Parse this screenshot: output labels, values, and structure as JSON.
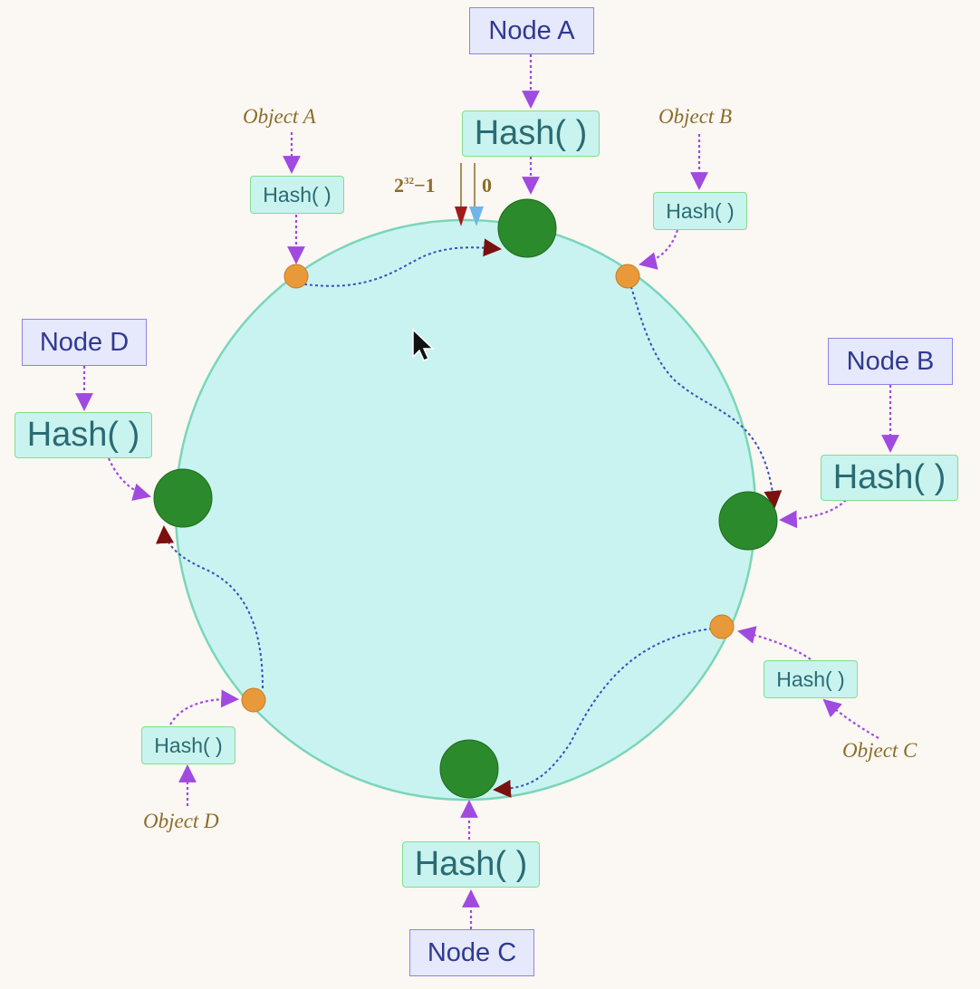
{
  "nodes": {
    "a": {
      "label": "Node A",
      "hash": "Hash( )"
    },
    "b": {
      "label": "Node B",
      "hash": "Hash( )"
    },
    "c": {
      "label": "Node C",
      "hash": "Hash( )"
    },
    "d": {
      "label": "Node D",
      "hash": "Hash( )"
    }
  },
  "objects": {
    "a": {
      "label": "Object A",
      "hash": "Hash( )"
    },
    "b": {
      "label": "Object B",
      "hash": "Hash( )"
    },
    "c": {
      "label": "Object C",
      "hash": "Hash( )"
    },
    "d": {
      "label": "Object D",
      "hash": "Hash( )"
    }
  },
  "ring": {
    "upper_base": "2",
    "upper_exp": "32",
    "upper_suffix": "−1",
    "lower": "0"
  },
  "colors": {
    "ring_fill": "#c9f3f1",
    "ring_stroke": "#7ad6b8",
    "node_dot": "#2b8a2b",
    "object_dot": "#e89a3a",
    "arrow_purple": "#a04ae0",
    "path_blue": "#3a4fbf",
    "path_red": "#c83a3a",
    "marker_dark_red": "#7a1010"
  }
}
